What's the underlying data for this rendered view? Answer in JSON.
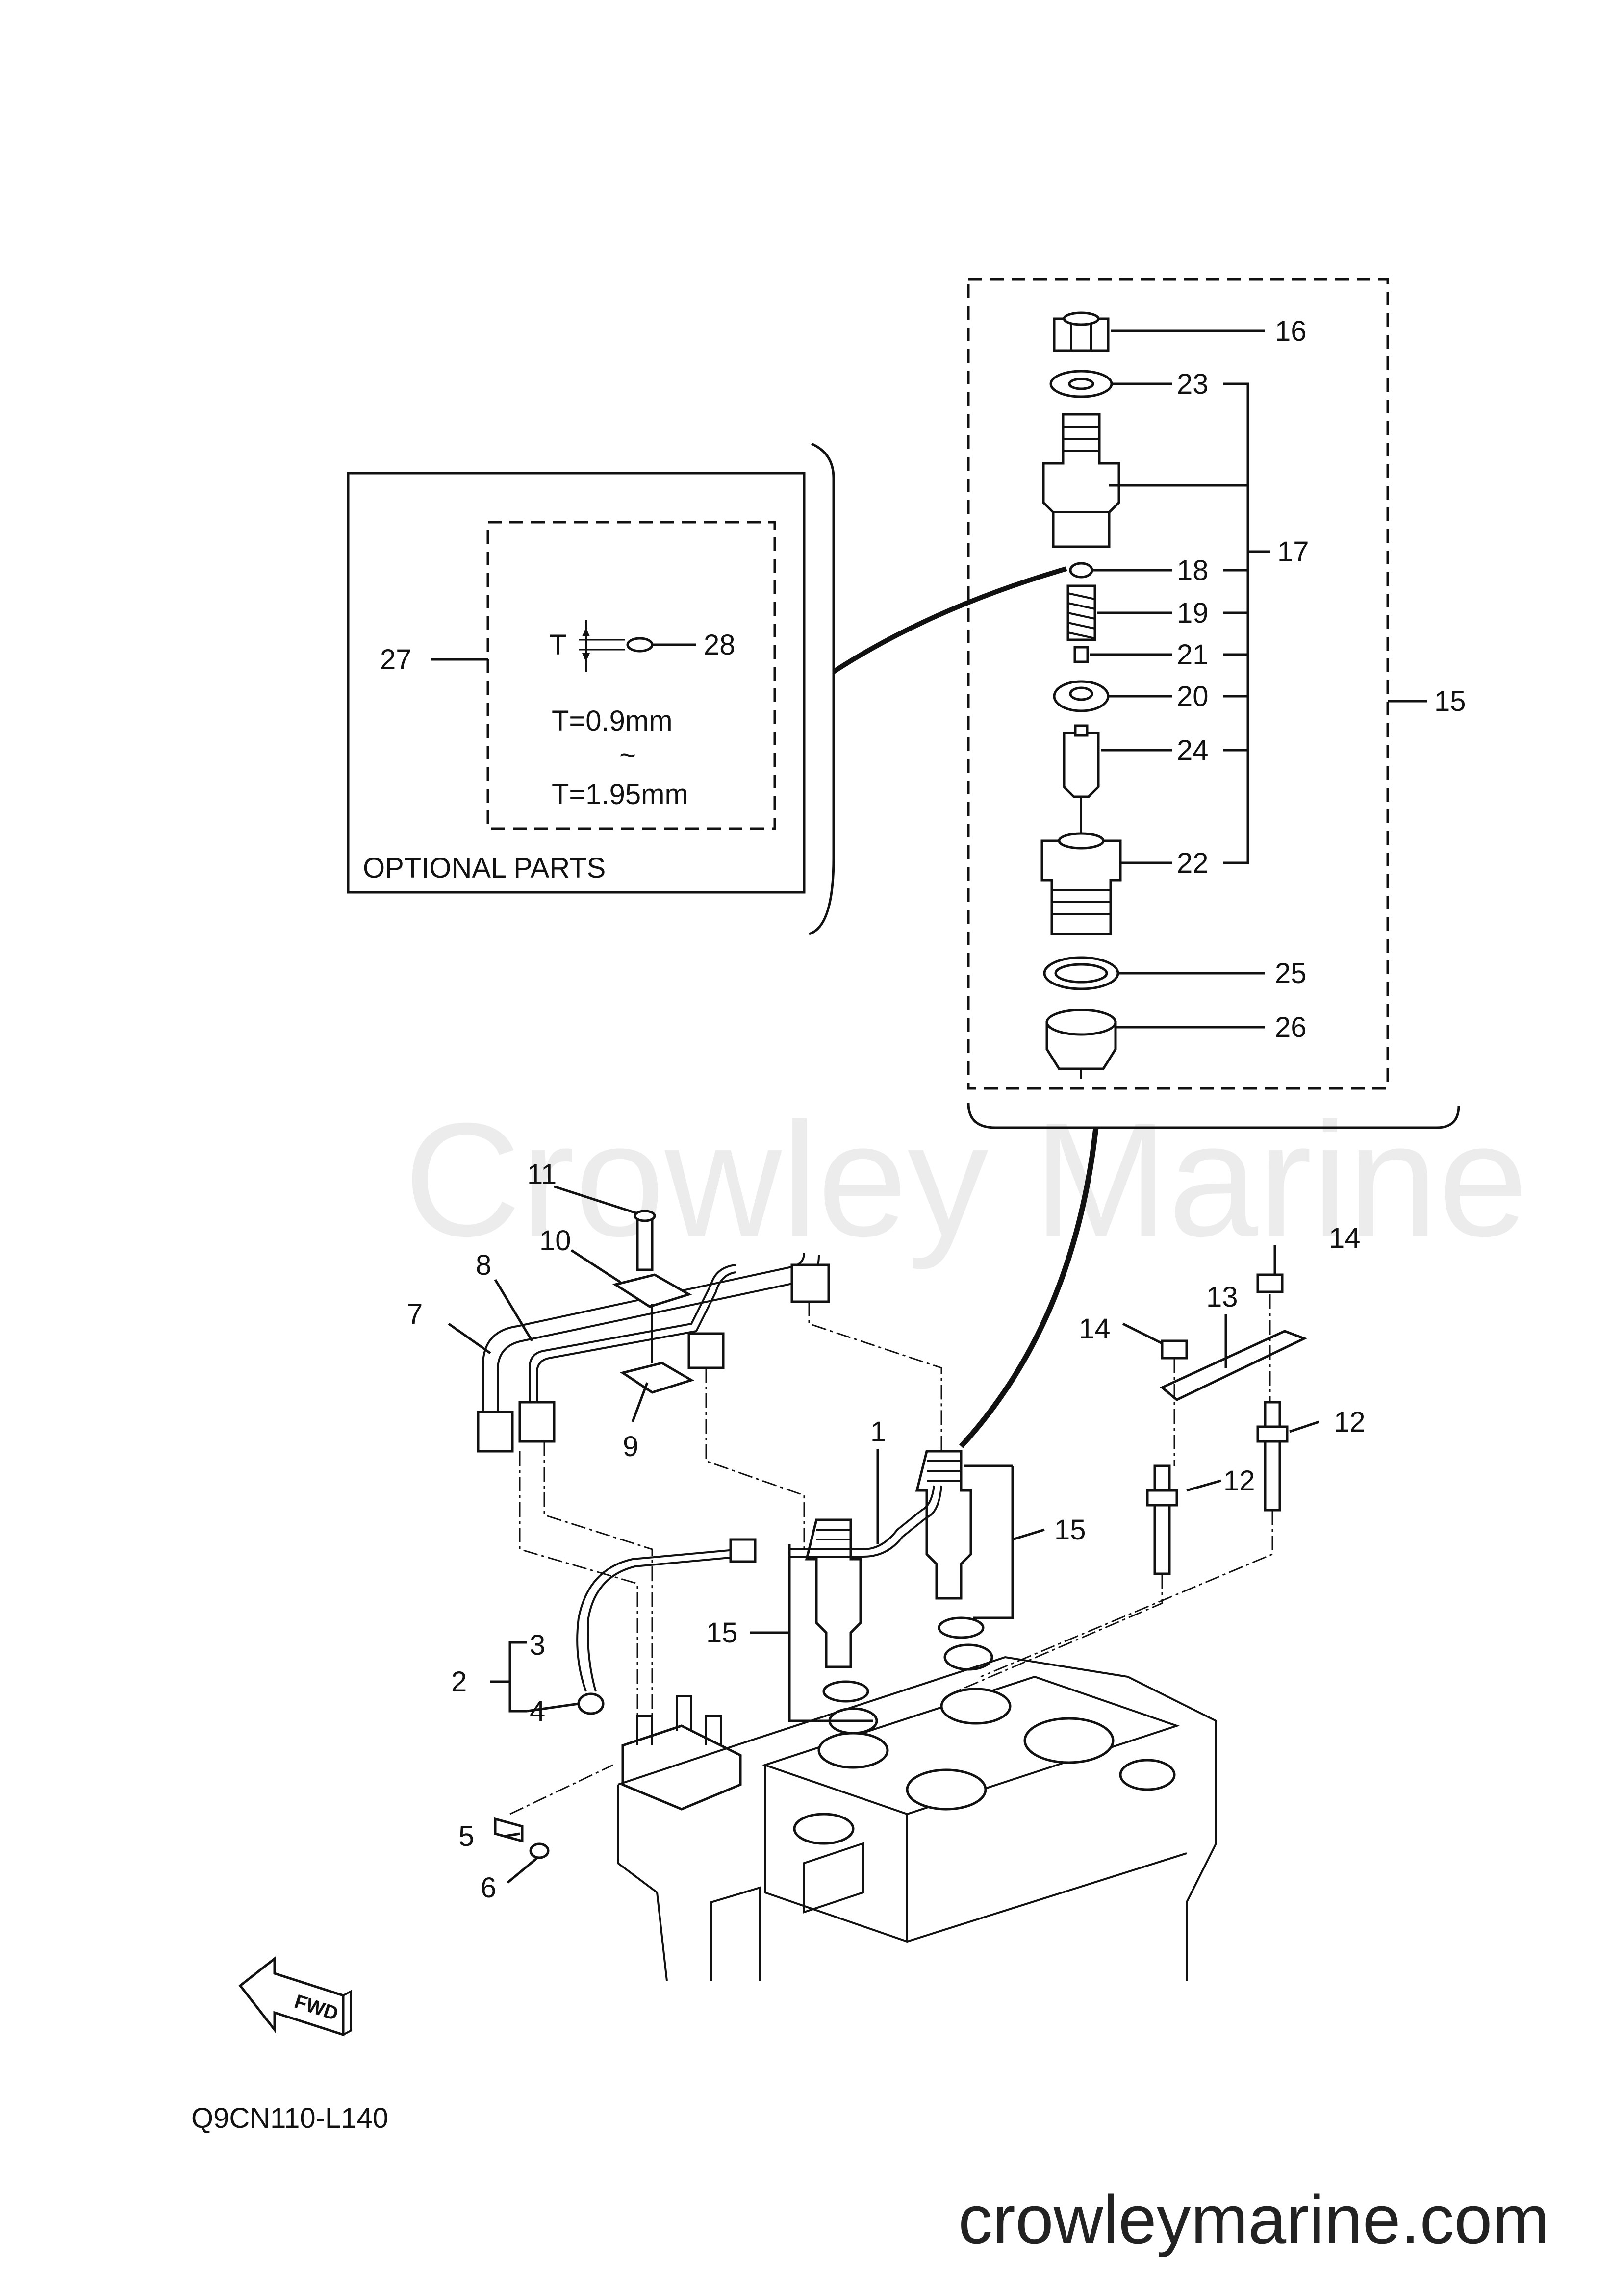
{
  "watermark": "Crowley Marine",
  "website": "crowleymarine.com",
  "drawing_code": "Q9CN110-L140",
  "optional_box": {
    "title": "OPTIONAL PARTS",
    "thickness_symbol": "T",
    "range_min": "T=0.9mm",
    "range_sep": "~",
    "range_max": "T=1.95mm"
  },
  "fwd_label": "FWD",
  "callouts": {
    "c1": "1",
    "c2": "2",
    "c3": "3",
    "c4": "4",
    "c5": "5",
    "c6": "6",
    "c7": "7",
    "c8": "8",
    "c9": "9",
    "c10": "10",
    "c11": "11",
    "c12a": "12",
    "c12b": "12",
    "c13": "13",
    "c14a": "14",
    "c14b": "14",
    "c15a": "15",
    "c15b": "15",
    "c15c": "15",
    "c16": "16",
    "c17": "17",
    "c18": "18",
    "c19": "19",
    "c20": "20",
    "c21": "21",
    "c22": "22",
    "c23": "23",
    "c24": "24",
    "c25": "25",
    "c26": "26",
    "c27": "27",
    "c28": "28"
  }
}
